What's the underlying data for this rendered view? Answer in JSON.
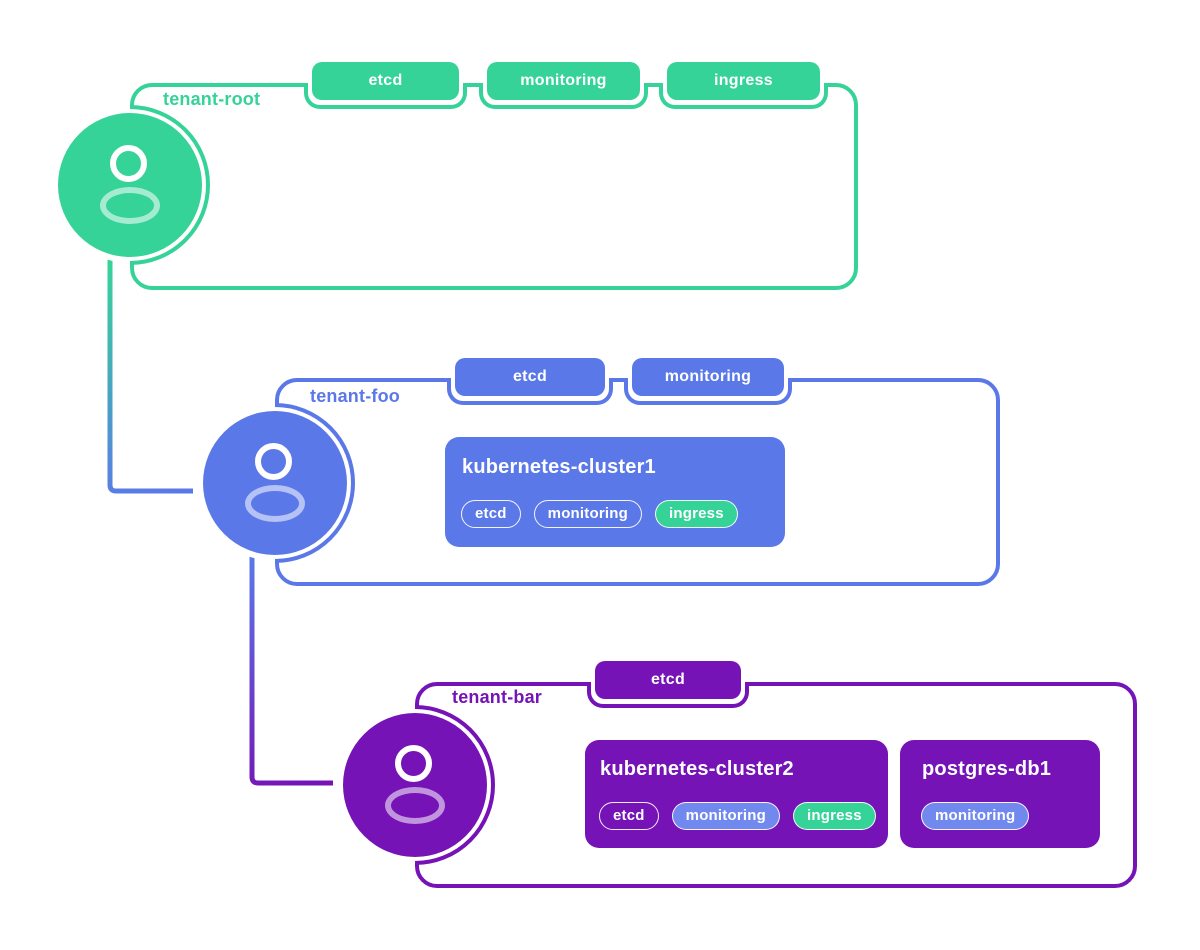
{
  "colors": {
    "green": "#36d399",
    "blue": "#5b78e8",
    "blue_light": "#7189ee",
    "purple": "#7513b6"
  },
  "icons": {
    "tenant_avatar": "person-icon"
  },
  "tenants": [
    {
      "label": "tenant-root",
      "tags": [
        "etcd",
        "monitoring",
        "ingress"
      ],
      "resources": []
    },
    {
      "label": "tenant-foo",
      "tags": [
        "etcd",
        "monitoring"
      ],
      "resources": [
        {
          "title": "kubernetes-cluster1",
          "pills": [
            {
              "label": "etcd",
              "variant": "outline"
            },
            {
              "label": "monitoring",
              "variant": "outline"
            },
            {
              "label": "ingress",
              "variant": "green"
            }
          ]
        }
      ]
    },
    {
      "label": "tenant-bar",
      "tags": [
        "etcd"
      ],
      "resources": [
        {
          "title": "kubernetes-cluster2",
          "pills": [
            {
              "label": "etcd",
              "variant": "outline"
            },
            {
              "label": "monitoring",
              "variant": "blue"
            },
            {
              "label": "ingress",
              "variant": "green"
            }
          ]
        },
        {
          "title": "postgres-db1",
          "pills": [
            {
              "label": "monitoring",
              "variant": "blue"
            }
          ]
        }
      ]
    }
  ]
}
